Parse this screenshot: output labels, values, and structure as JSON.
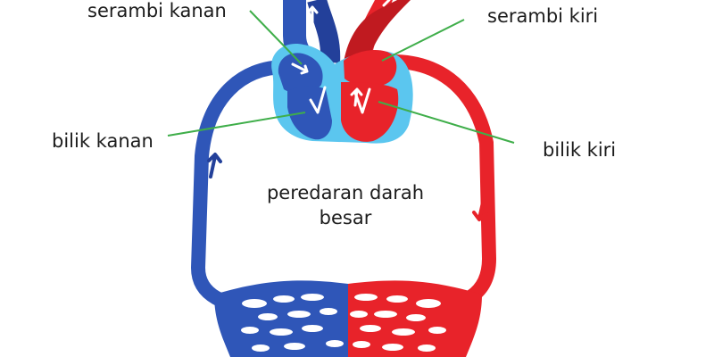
{
  "labels": {
    "right_atrium": "serambi kanan",
    "left_atrium": "serambi kiri",
    "right_ventricle": "bilik kanan",
    "left_ventricle": "bilik kiri",
    "circulation_line1": "peredaran darah",
    "circulation_line2": "besar"
  },
  "colors": {
    "venous": "#2f56b8",
    "venous_dark": "#23409a",
    "arterial": "#e8232a",
    "arterial_dark": "#c01a20",
    "heart_outer": "#5bc6ef",
    "leader_line": "#3fae4a",
    "capillary_gap": "#ffffff"
  },
  "icons": {
    "up_arrow": "blue-arrow-up-icon",
    "down_arrow": "red-arrow-down-icon"
  }
}
